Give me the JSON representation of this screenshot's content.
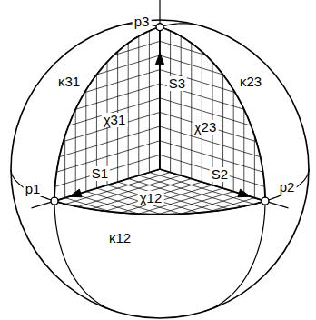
{
  "diagram": {
    "labels": [
      "p3",
      "κ31",
      "κ23",
      "S3",
      "χ31",
      "χ23",
      "p1",
      "S1",
      "χ12",
      "S2",
      "p2",
      "κ12"
    ]
  }
}
